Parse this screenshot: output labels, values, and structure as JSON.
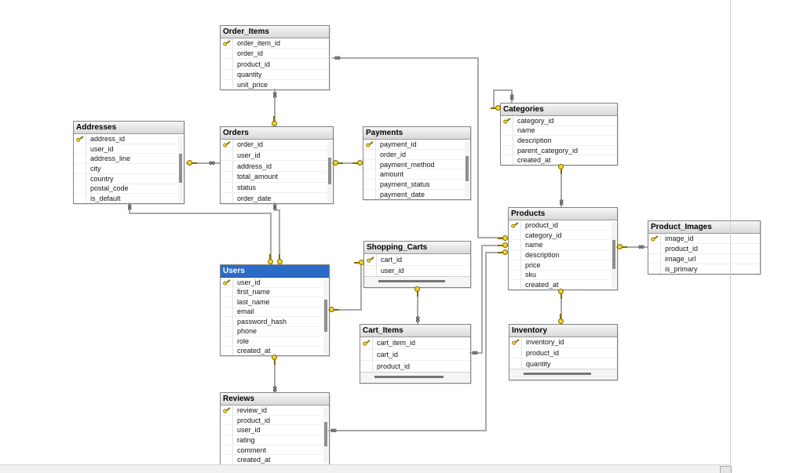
{
  "diagram": {
    "tables": [
      {
        "name": "Order_Items",
        "columns": [
          {
            "label": "order_item_id",
            "pk": true
          },
          {
            "label": "order_id"
          },
          {
            "label": "product_id"
          },
          {
            "label": "quantity"
          },
          {
            "label": "unit_price"
          }
        ]
      },
      {
        "name": "Addresses",
        "columns": [
          {
            "label": "address_id",
            "pk": true
          },
          {
            "label": "user_id"
          },
          {
            "label": "address_line"
          },
          {
            "label": "city"
          },
          {
            "label": "country"
          },
          {
            "label": "postal_code"
          },
          {
            "label": "is_default"
          }
        ]
      },
      {
        "name": "Orders",
        "columns": [
          {
            "label": "order_id",
            "pk": true
          },
          {
            "label": "user_id"
          },
          {
            "label": "address_id"
          },
          {
            "label": "total_amount"
          },
          {
            "label": "status"
          },
          {
            "label": "order_date"
          }
        ]
      },
      {
        "name": "Payments",
        "columns": [
          {
            "label": "payment_id",
            "pk": true
          },
          {
            "label": "order_id"
          },
          {
            "label": "payment_method"
          },
          {
            "label": "amount"
          },
          {
            "label": "payment_status"
          },
          {
            "label": "payment_date"
          }
        ]
      },
      {
        "name": "Categories",
        "columns": [
          {
            "label": "category_id",
            "pk": true
          },
          {
            "label": "name"
          },
          {
            "label": "description"
          },
          {
            "label": "parent_category_id"
          },
          {
            "label": "created_at"
          }
        ]
      },
      {
        "name": "Products",
        "columns": [
          {
            "label": "product_id",
            "pk": true
          },
          {
            "label": "category_id"
          },
          {
            "label": "name"
          },
          {
            "label": "description"
          },
          {
            "label": "price"
          },
          {
            "label": "sku"
          },
          {
            "label": "created_at"
          }
        ]
      },
      {
        "name": "Product_Images",
        "columns": [
          {
            "label": "image_id",
            "pk": true
          },
          {
            "label": "product_id"
          },
          {
            "label": "image_url"
          },
          {
            "label": "is_primary"
          }
        ]
      },
      {
        "name": "Users",
        "selected": true,
        "columns": [
          {
            "label": "user_id",
            "pk": true
          },
          {
            "label": "first_name"
          },
          {
            "label": "last_name"
          },
          {
            "label": "email"
          },
          {
            "label": "password_hash"
          },
          {
            "label": "phone"
          },
          {
            "label": "role"
          },
          {
            "label": "created_at"
          }
        ]
      },
      {
        "name": "Shopping_Carts",
        "columns": [
          {
            "label": "cart_id",
            "pk": true
          },
          {
            "label": "user_id"
          }
        ]
      },
      {
        "name": "Cart_Items",
        "columns": [
          {
            "label": "cart_item_id",
            "pk": true
          },
          {
            "label": "cart_id"
          },
          {
            "label": "product_id"
          }
        ]
      },
      {
        "name": "Inventory",
        "columns": [
          {
            "label": "inventory_id",
            "pk": true
          },
          {
            "label": "product_id"
          },
          {
            "label": "quantity"
          }
        ]
      },
      {
        "name": "Reviews",
        "columns": [
          {
            "label": "review_id",
            "pk": true
          },
          {
            "label": "product_id"
          },
          {
            "label": "user_id"
          },
          {
            "label": "rating"
          },
          {
            "label": "comment"
          },
          {
            "label": "created_at"
          }
        ]
      }
    ]
  },
  "colors": {
    "canvas_bg": "#ffffff",
    "header_bg": "#e9e9e9",
    "selected_header_bg": "#2b6cc8",
    "selected_header_text": "#ffffff",
    "table_border": "#848484",
    "relationship_line": "#a9a9a9",
    "key_icon_gold": "#f5d327",
    "infinity_icon": "#3a3a3a"
  }
}
